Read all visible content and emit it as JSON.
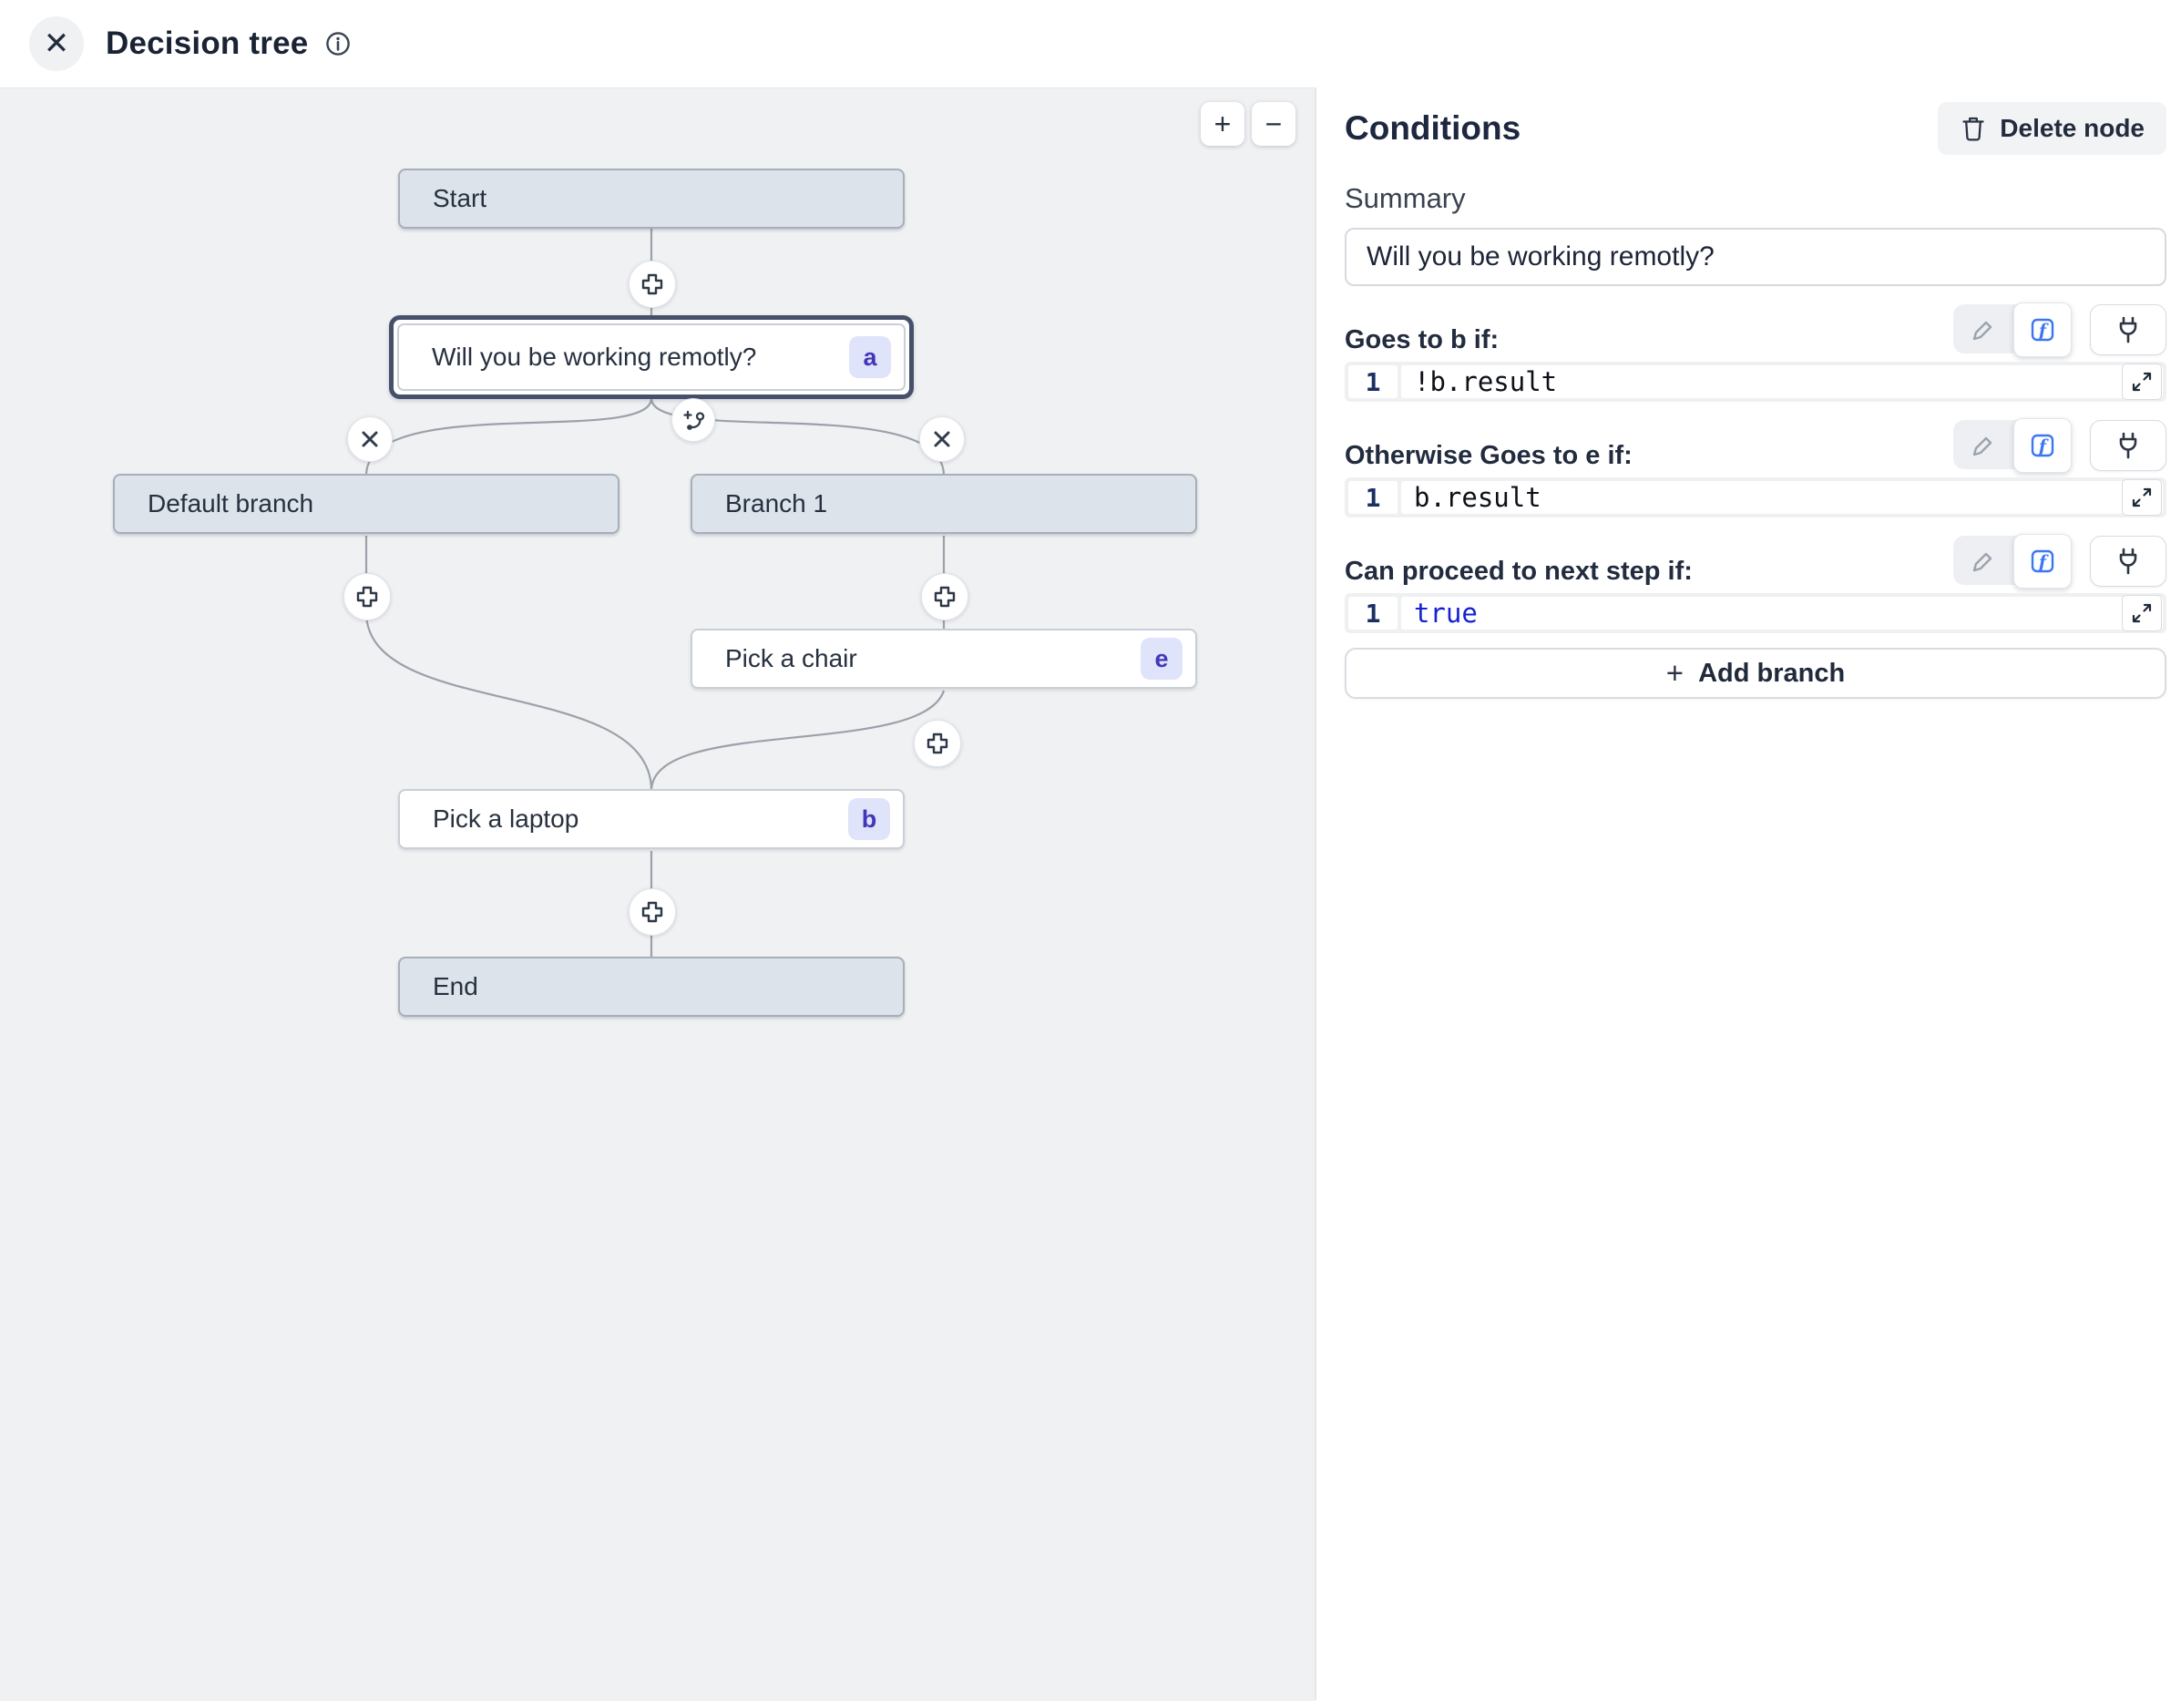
{
  "header": {
    "title": "Decision tree"
  },
  "icons": {
    "close_glyph": "✕",
    "function_glyph": "f"
  },
  "canvas": {
    "zoom_in": "+",
    "zoom_out": "−",
    "nodes": {
      "start": {
        "label": "Start"
      },
      "question": {
        "label": "Will you be working remotly?",
        "badge": "a"
      },
      "default_branch": {
        "label": "Default branch"
      },
      "branch_1": {
        "label": "Branch 1"
      },
      "pick_chair": {
        "label": "Pick a chair",
        "badge": "e"
      },
      "pick_laptop": {
        "label": "Pick a laptop",
        "badge": "b"
      },
      "end": {
        "label": "End"
      }
    }
  },
  "panel": {
    "title": "Conditions",
    "delete_button": "Delete node",
    "summary_label": "Summary",
    "summary_value": "Will you be working remotly?",
    "sections": [
      {
        "label": "Goes to b if:",
        "line_number": "1",
        "code": "!b.result",
        "code_style": "plain"
      },
      {
        "label": "Otherwise Goes to e if:",
        "line_number": "1",
        "code": "b.result",
        "code_style": "plain"
      },
      {
        "label": "Can proceed to next step if:",
        "line_number": "1",
        "code": "true",
        "code_style": "keyword"
      }
    ],
    "add_branch_label": "Add branch"
  },
  "colors": {
    "canvas_bg": "#f0f1f3",
    "node_steel_fill": "#dce3ea",
    "selected_border": "#46506a",
    "badge_bg": "#e0e4fb",
    "badge_text": "#4237b8",
    "function_blue": "#3b76f5",
    "keyword_blue": "#1522cd",
    "edge_gray": "#9ba1aa"
  }
}
